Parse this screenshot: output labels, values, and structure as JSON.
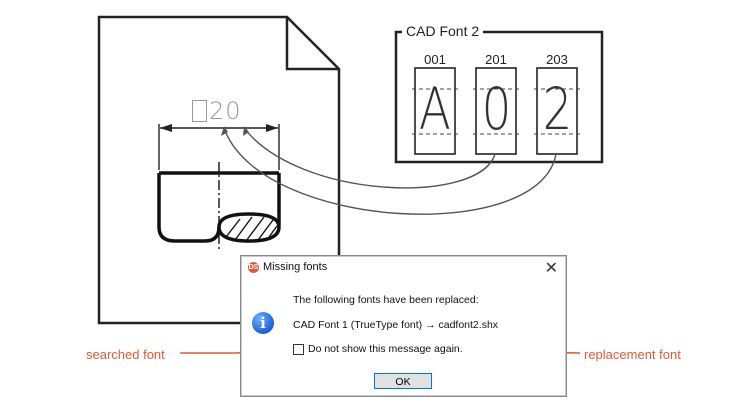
{
  "font_box": {
    "title": "CAD Font 2",
    "glyphs": [
      {
        "code": "001",
        "char": "A"
      },
      {
        "code": "201",
        "char": "0"
      },
      {
        "code": "203",
        "char": "2"
      }
    ]
  },
  "drawing": {
    "dimension_text": "20"
  },
  "dialog": {
    "title": "Missing fonts",
    "heading": "The following fonts have been replaced:",
    "message": "CAD Font 1 (TrueType font) → cadfont2.shx",
    "checkbox_label": "Do not show this message again.",
    "ok_label": "OK",
    "icon": "info-icon",
    "app_icon_text": "DS"
  },
  "callouts": {
    "searched": "searched font",
    "replacement": "replacement font"
  },
  "colors": {
    "accent": "#e05a33",
    "line": "#222222",
    "dimension": "#9a9a9a"
  }
}
